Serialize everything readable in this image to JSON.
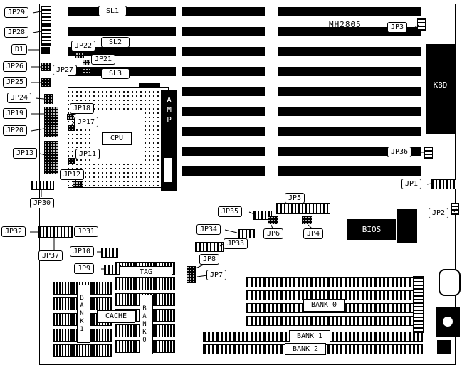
{
  "diagram": {
    "part_number": "MH2805",
    "callouts": {
      "sl1": "SL1",
      "sl2": "SL2",
      "sl3": "SL3",
      "d1": "D1",
      "jp1": "JP1",
      "jp2": "JP2",
      "jp3": "JP3",
      "jp4": "JP4",
      "jp5": "JP5",
      "jp6": "JP6",
      "jp7": "JP7",
      "jp8": "JP8",
      "jp9": "JP9",
      "jp10": "JP10",
      "jp11": "JP11",
      "jp12": "JP12",
      "jp13": "JP13",
      "jp17": "JP17",
      "jp18": "JP18",
      "jp19": "JP19",
      "jp20": "JP20",
      "jp21": "JP21",
      "jp22": "JP22",
      "jp24": "JP24",
      "jp25": "JP25",
      "jp26": "JP26",
      "jp27": "JP27",
      "jp28": "JP28",
      "jp29": "JP29",
      "jp30": "JP30",
      "jp31": "JP31",
      "jp32": "JP32",
      "jp33": "JP33",
      "jp34": "JP34",
      "jp35": "JP35",
      "jp36": "JP36",
      "jp37": "JP37"
    },
    "components": {
      "cpu": "CPU",
      "amp": "AMP",
      "kbd": "KBD",
      "bios": "BIOS",
      "tag": "TAG",
      "cache": "CACHE",
      "bank0_vertical": "BANK0",
      "bank1_vertical": "BANK1",
      "bank0": "BANK 0",
      "bank1": "BANK 1",
      "bank2": "BANK 2"
    }
  }
}
